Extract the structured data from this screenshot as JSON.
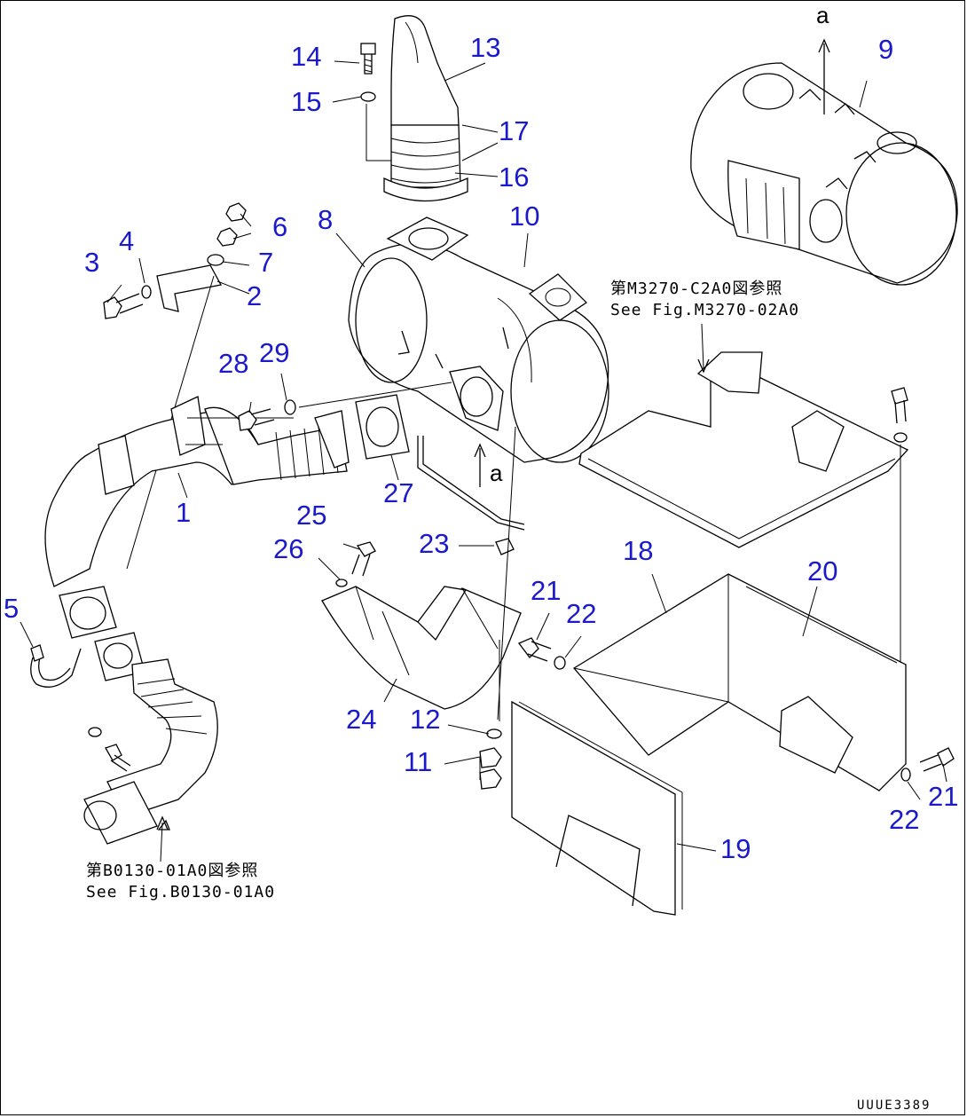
{
  "callouts": {
    "c1": "1",
    "c2": "2",
    "c3": "3",
    "c4": "4",
    "c5": "5",
    "c6": "6",
    "c7": "7",
    "c8": "8",
    "c9": "9",
    "c10": "10",
    "c11": "11",
    "c12": "12",
    "c13": "13",
    "c14": "14",
    "c15": "15",
    "c16": "16",
    "c17": "17",
    "c18": "18",
    "c19": "19",
    "c20": "20",
    "c21a": "21",
    "c21b": "21",
    "c22a": "22",
    "c22b": "22",
    "c23": "23",
    "c24": "24",
    "c25": "25",
    "c26": "26",
    "c27": "27",
    "c28": "28",
    "c29": "29"
  },
  "references": {
    "m3270_jp": "第M3270-C2A0図参照",
    "m3270_en": "See Fig.M3270-02A0",
    "b0130_jp": "第B0130-01A0図参照",
    "b0130_en": "See Fig.B0130-01A0"
  },
  "view_marks": {
    "top": "a",
    "middle": "a"
  },
  "drawing_code": "UUUE3389",
  "colors": {
    "callout": "#1a1acc",
    "line": "#000000",
    "background": "#ffffff"
  }
}
